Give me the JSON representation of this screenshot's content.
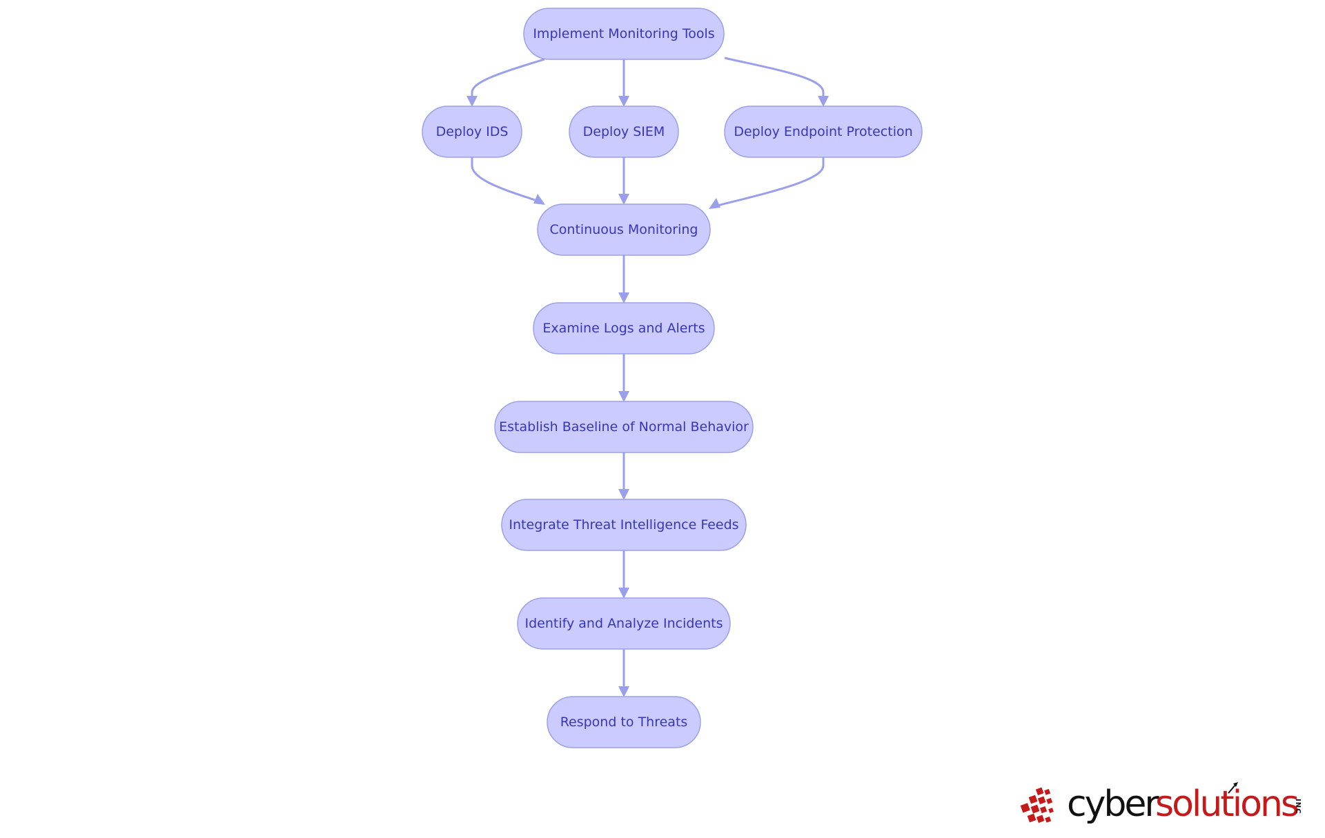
{
  "flowchart": {
    "nodes": [
      {
        "id": "implement",
        "label": "Implement Monitoring Tools"
      },
      {
        "id": "ids",
        "label": "Deploy IDS"
      },
      {
        "id": "siem",
        "label": "Deploy SIEM"
      },
      {
        "id": "endpoint",
        "label": "Deploy Endpoint Protection"
      },
      {
        "id": "continuous",
        "label": "Continuous Monitoring"
      },
      {
        "id": "examine",
        "label": "Examine Logs and Alerts"
      },
      {
        "id": "baseline",
        "label": "Establish Baseline of Normal Behavior"
      },
      {
        "id": "threatintel",
        "label": "Integrate Threat Intelligence Feeds"
      },
      {
        "id": "identify",
        "label": "Identify and Analyze Incidents"
      },
      {
        "id": "respond",
        "label": "Respond to Threats"
      }
    ],
    "edges": [
      {
        "from": "implement",
        "to": "ids"
      },
      {
        "from": "implement",
        "to": "siem"
      },
      {
        "from": "implement",
        "to": "endpoint"
      },
      {
        "from": "ids",
        "to": "continuous"
      },
      {
        "from": "siem",
        "to": "continuous"
      },
      {
        "from": "endpoint",
        "to": "continuous"
      },
      {
        "from": "continuous",
        "to": "examine"
      },
      {
        "from": "examine",
        "to": "baseline"
      },
      {
        "from": "baseline",
        "to": "threatintel"
      },
      {
        "from": "threatintel",
        "to": "identify"
      },
      {
        "from": "identify",
        "to": "respond"
      }
    ],
    "colors": {
      "node_fill": "#cbcbff",
      "node_stroke": "#9aa0ea",
      "node_text": "#3836b8",
      "edge": "#9a9fec"
    }
  },
  "logo": {
    "word_cyber": "cyber",
    "word_solutions": "solutions",
    "suffix": "INC",
    "colors": {
      "cyber": "#111111",
      "solutions": "#c41a1a",
      "mark": "#c41a1a"
    },
    "icon": "pixel-squares-mark"
  }
}
